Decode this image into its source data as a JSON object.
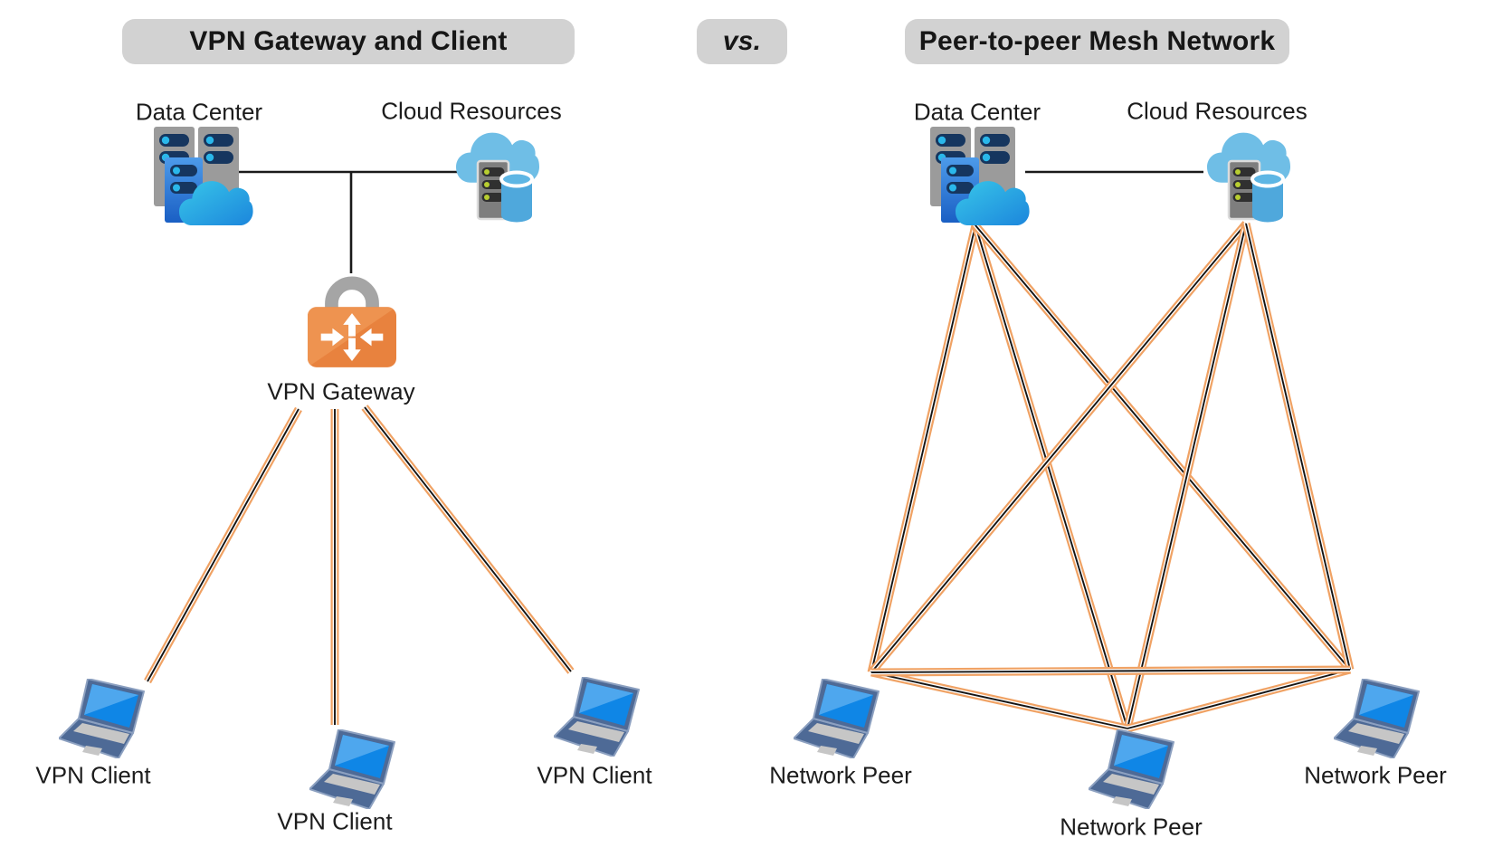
{
  "left_panel": {
    "title": "VPN Gateway and Client",
    "nodes": {
      "data_center": "Data Center",
      "cloud_resources": "Cloud Resources",
      "vpn_gateway": "VPN Gateway",
      "client1": "VPN Client",
      "client2": "VPN Client",
      "client3": "VPN Client"
    }
  },
  "divider": {
    "label": "vs."
  },
  "right_panel": {
    "title": "Peer-to-peer Mesh Network",
    "nodes": {
      "data_center": "Data Center",
      "cloud_resources": "Cloud Resources",
      "peer1": "Network Peer",
      "peer2": "Network Peer",
      "peer3": "Network Peer"
    }
  },
  "icons": {
    "data_center": "data-center-servers-cloud-icon",
    "cloud_resources": "cloud-server-database-icon",
    "vpn_gateway": "orange-padlock-router-arrows-icon",
    "client": "laptop-icon"
  },
  "colors": {
    "cable_orange": "#F0A264",
    "cable_core": "#141414",
    "cable_gap": "#FFFFFF",
    "plain_line": "#1A1A1A",
    "title_bg": "#D2D2D2",
    "lock_orange": "#E8823E",
    "laptop_blue": "#1187E4",
    "cloud_blue": "#6FBEE6"
  },
  "diagram": {
    "left": {
      "plain_lines": [
        [
          263,
          190,
          507,
          190
        ],
        [
          388,
          190,
          388,
          302
        ]
      ],
      "cables": [
        [
          330,
          452,
          163,
          753
        ],
        [
          370,
          452,
          370,
          801
        ],
        [
          403,
          450,
          631,
          742
        ]
      ]
    },
    "right": {
      "plain_lines": [
        [
          1133,
          190,
          1330,
          190
        ]
      ],
      "cables": [
        [
          1078,
          249,
          963,
          743
        ],
        [
          1078,
          249,
          1246,
          805
        ],
        [
          1078,
          249,
          1492,
          740
        ],
        [
          1377,
          247,
          963,
          743
        ],
        [
          1377,
          247,
          1246,
          805
        ],
        [
          1377,
          247,
          1492,
          740
        ],
        [
          963,
          743,
          1246,
          805
        ],
        [
          1246,
          805,
          1492,
          740
        ],
        [
          963,
          743,
          1492,
          740
        ]
      ]
    }
  }
}
